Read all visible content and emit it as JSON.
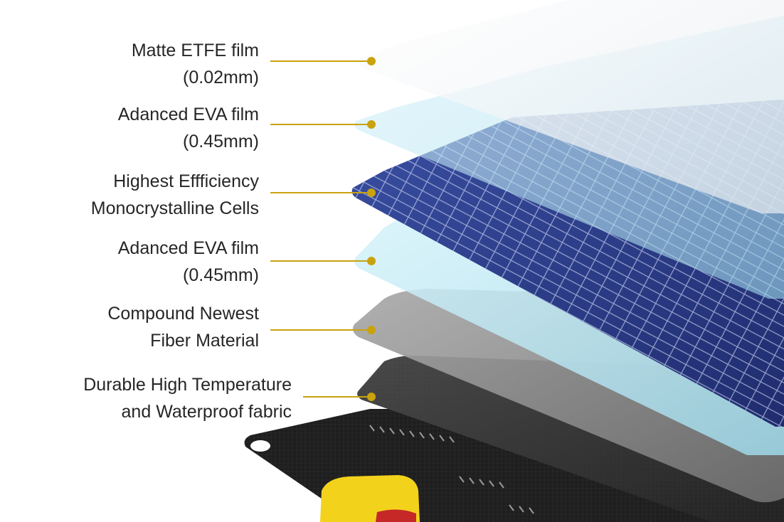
{
  "colors": {
    "leader": "#c9a20f",
    "dot": "#c9a20f",
    "label_text": "#262626",
    "etfe": "#eef1f3",
    "eva": "#bfe8f3",
    "cells": "#2d3f8f",
    "fiber": "#8d8d8d",
    "fabric": "#2e2e2e",
    "base": "#1f1f1f",
    "accent_yellow": "#f3d21c"
  },
  "layers": [
    {
      "name": "etfe-film",
      "lines": [
        "Matte ETFE film",
        "(0.02mm)"
      ],
      "icon": "dot-marker"
    },
    {
      "name": "eva-film-top",
      "lines": [
        "Adanced EVA film",
        "(0.45mm)"
      ],
      "icon": "dot-marker"
    },
    {
      "name": "mono-cells",
      "lines": [
        "Highest Effficiency",
        "Monocrystalline Cells"
      ],
      "icon": "dot-marker"
    },
    {
      "name": "eva-film-bottom",
      "lines": [
        "Adanced EVA film",
        "(0.45mm)"
      ],
      "icon": "dot-marker"
    },
    {
      "name": "fiber-material",
      "lines": [
        "Compound Newest",
        "Fiber Material"
      ],
      "icon": "dot-marker"
    },
    {
      "name": "waterproof-fabric",
      "lines": [
        "Durable High Temperature",
        "and Waterproof fabric"
      ],
      "icon": "dot-marker"
    }
  ]
}
